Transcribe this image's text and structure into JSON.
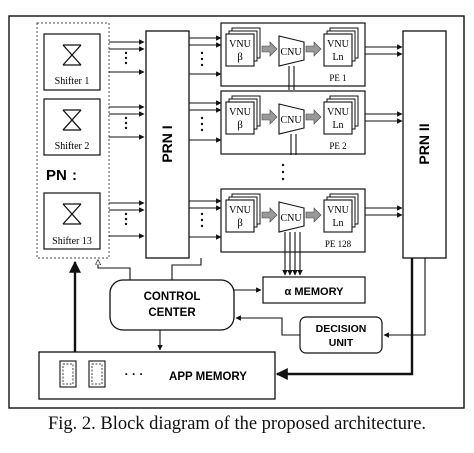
{
  "shifters": [
    "Shifter 1",
    "Shifter 2",
    "Shifter 13"
  ],
  "pn_label": "PN",
  "prn1_label": "PRN I",
  "prn2_label": "PRN II",
  "pe_units": [
    {
      "label": "PE 1",
      "vnu_left": [
        "VNU",
        "β"
      ],
      "cnu": "CNU",
      "vnu_right": [
        "VNU",
        "Ln"
      ]
    },
    {
      "label": "PE 2",
      "vnu_left": [
        "VNU",
        "β"
      ],
      "cnu": "CNU",
      "vnu_right": [
        "VNU",
        "Ln"
      ]
    },
    {
      "label": "PE 128",
      "vnu_left": [
        "VNU",
        "β"
      ],
      "cnu": "CNU",
      "vnu_right": [
        "VNU",
        "Ln"
      ]
    }
  ],
  "control_center": [
    "CONTROL",
    "CENTER"
  ],
  "alpha_memory": "α MEMORY",
  "decision_unit": [
    "DECISION",
    "UNIT"
  ],
  "app_memory": "APP MEMORY",
  "app_dots": "· · ·",
  "caption": "Fig. 2. Block diagram of the proposed architecture.",
  "colors": {
    "line": "#111111",
    "block_fill": "#ffffff",
    "pn_border": "#444444"
  }
}
